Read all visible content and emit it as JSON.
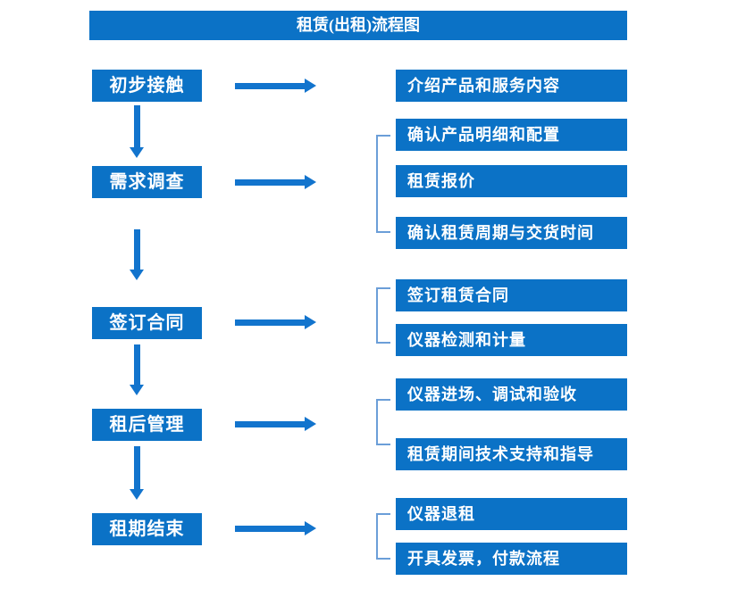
{
  "title": "租赁(出租)流程图",
  "colors": {
    "box_blue": "#0b72c6",
    "arrow_blue": "#1274cd",
    "bracket_blue": "#6b9ed8",
    "text_white": "#ffffff",
    "background": "#ffffff"
  },
  "rows": [
    {
      "stage": "初步接触",
      "details": [
        "介绍产品和服务内容"
      ]
    },
    {
      "stage": "需求调查",
      "details": [
        "确认产品明细和配置",
        "租赁报价",
        "确认租赁周期与交货时间"
      ]
    },
    {
      "stage": "签订合同",
      "details": [
        "签订租赁合同",
        "仪器检测和计量"
      ]
    },
    {
      "stage": "租后管理",
      "details": [
        "仪器进场、调试和验收",
        "租赁期间技术支持和指导"
      ]
    },
    {
      "stage": "租期结束",
      "details": [
        "仪器退租",
        "开具发票，付款流程"
      ]
    }
  ]
}
